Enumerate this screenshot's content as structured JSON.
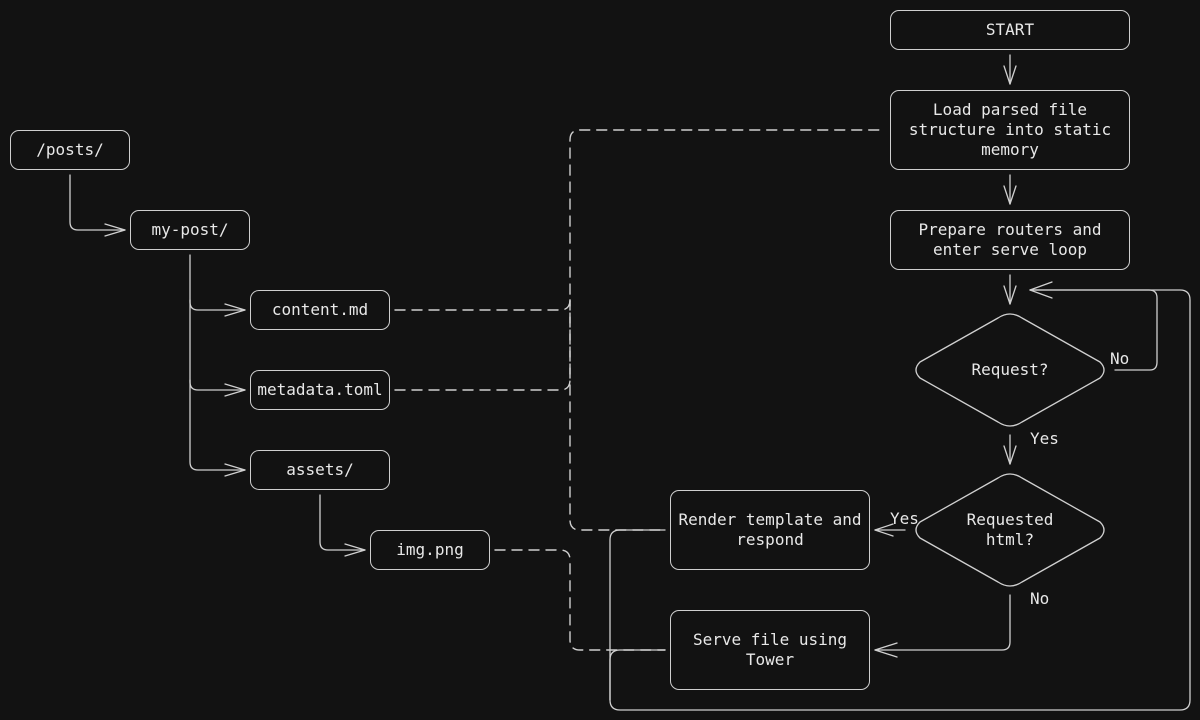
{
  "nodes": {
    "start": "START",
    "load": "Load parsed file\nstructure into static\nmemory",
    "prepare": "Prepare routers and\nenter serve loop",
    "request": "Request?",
    "requested_html": "Requested\nhtml?",
    "render": "Render template and\nrespond",
    "serve": "Serve file using\nTower",
    "posts": "/posts/",
    "my_post": "my-post/",
    "content": "content.md",
    "metadata": "metadata.toml",
    "assets": "assets/",
    "img": "img.png"
  },
  "edge_labels": {
    "request_no": "No",
    "request_yes": "Yes",
    "html_yes": "Yes",
    "html_no": "No"
  },
  "colors": {
    "background": "#121212",
    "stroke": "#cfcfcf",
    "text": "#e8e8e8"
  }
}
